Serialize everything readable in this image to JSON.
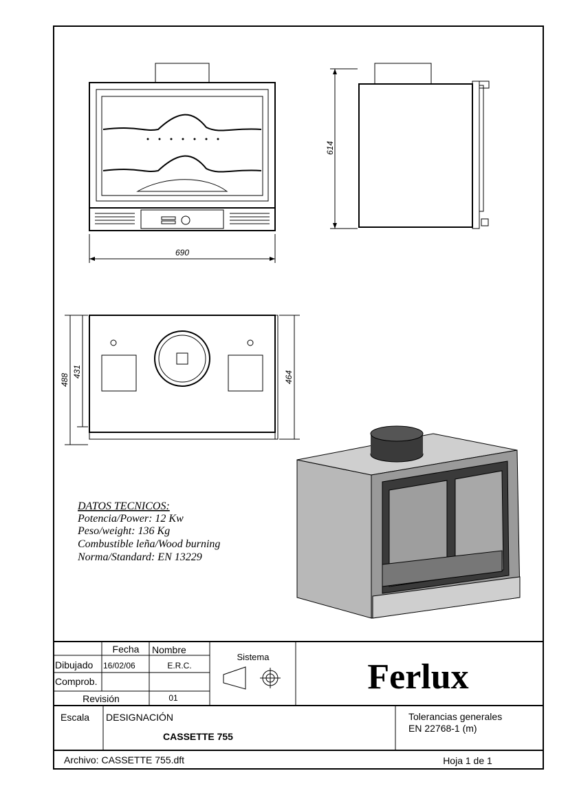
{
  "dimensions": {
    "front_width": "690",
    "side_height": "614",
    "top_depth_outer": "488",
    "top_depth_inner": "431",
    "top_depth_right": "464"
  },
  "datos": {
    "heading": "DATOS TECNICOS:",
    "lines": [
      "Potencia/Power: 12 Kw",
      "Peso/weight: 136 Kg",
      "Combustible leña/Wood burning",
      "Norma/Standard: EN 13229"
    ]
  },
  "title_block": {
    "fecha_label": "Fecha",
    "nombre_label": "Nombre",
    "dibujado_label": "Dibujado",
    "dibujado_fecha": "16/02/06",
    "dibujado_nombre": "E.R.C.",
    "comprob_label": "Comprob.",
    "revision_label": "Revisión",
    "revision_value": "01",
    "sistema_label": "Sistema",
    "brand": "Ferlux",
    "escala_label": "Escala",
    "designacion_label": "DESIGNACIÓN",
    "designacion_value": "CASSETTE 755",
    "tolerancias_line1": "Tolerancias generales",
    "tolerancias_line2": "EN 22768-1 (m)",
    "archivo": "Archivo: CASSETTE 755.dft",
    "hoja": "Hoja 1 de 1"
  }
}
